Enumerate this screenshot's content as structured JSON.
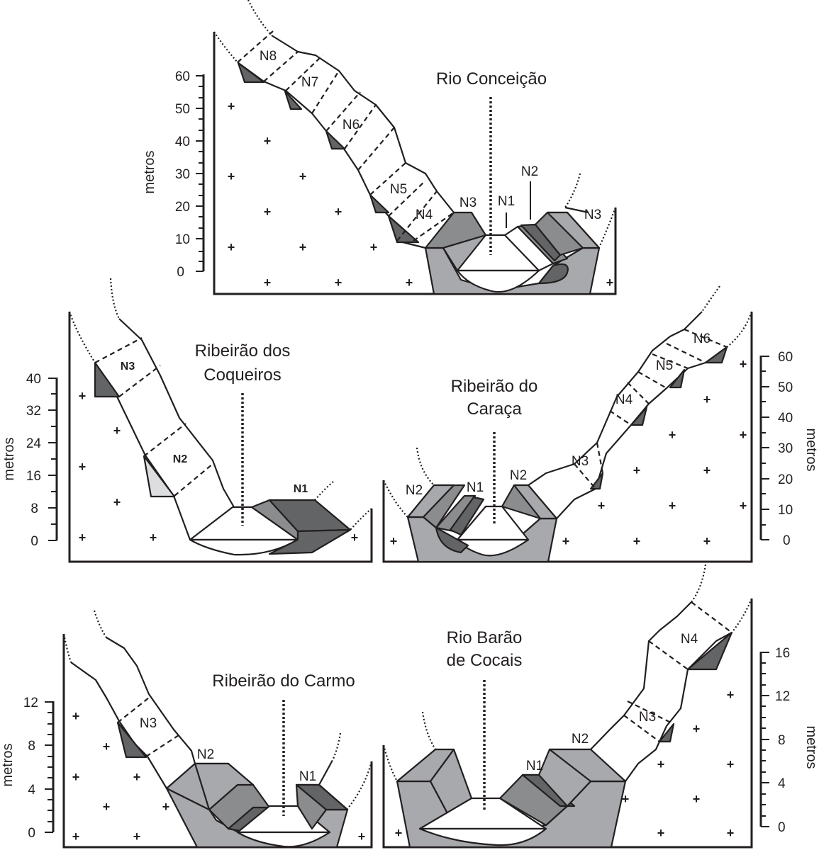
{
  "panels": [
    {
      "river": "Rio Conceição",
      "axis_label": "metros",
      "ticks": [
        "0",
        "10",
        "20",
        "30",
        "40",
        "50",
        "60"
      ],
      "levels": [
        "N8",
        "N7",
        "N6",
        "N5",
        "N4",
        "N3",
        "N1",
        "N2",
        "N3"
      ]
    },
    {
      "river_line1": "Ribeirão dos",
      "river_line2": "Coqueiros",
      "axis_label": "metros",
      "ticks": [
        "0",
        "8",
        "16",
        "24",
        "32",
        "40"
      ],
      "levels": [
        "N3",
        "N2",
        "N1"
      ]
    },
    {
      "river_line1": "Ribeirão do",
      "river_line2": "Caraça",
      "axis_label": "metros",
      "ticks": [
        "0",
        "10",
        "20",
        "30",
        "40",
        "50",
        "60"
      ],
      "levels": [
        "N2",
        "N1",
        "N2",
        "N3",
        "N4",
        "N5",
        "N6"
      ]
    },
    {
      "river": "Ribeirão do Carmo",
      "axis_label": "metros",
      "ticks": [
        "0",
        "4",
        "8",
        "12"
      ],
      "levels": [
        "N3",
        "N2",
        "N1"
      ]
    },
    {
      "river_line1": "Rio Barão",
      "river_line2": "de Cocais",
      "axis_label": "metros",
      "ticks": [
        "0",
        "4",
        "8",
        "12",
        "16"
      ],
      "levels": [
        "N1",
        "N2",
        "N3",
        "N4"
      ]
    }
  ]
}
